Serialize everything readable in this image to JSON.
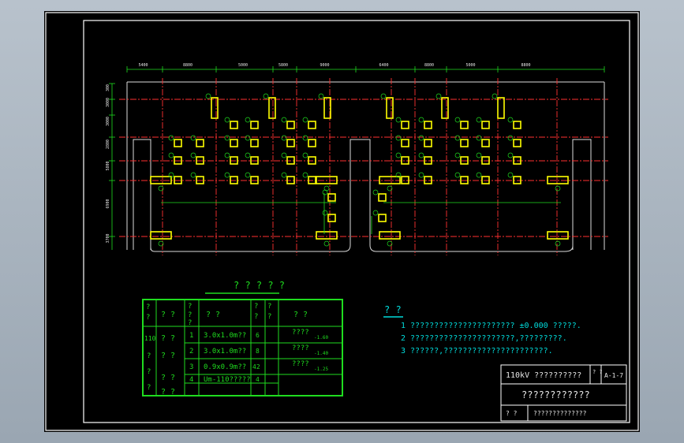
{
  "legend_title": "? ? ? ? ?",
  "table": {
    "header": [
      "?\n?",
      "? ?",
      "?\n?\n?",
      "? ?",
      "?\n?",
      "?\n?",
      "?   ?"
    ],
    "rows": [
      {
        "no": "1",
        "size": "3.0x1.0m??",
        "count": "6",
        "elev_label": "????",
        "elev": "-1.60"
      },
      {
        "no": "2",
        "size": "3.0x1.0m??",
        "count": "8",
        "elev_label": "????",
        "elev": "-1.40"
      },
      {
        "no": "3",
        "size": "0.9x0.9m??",
        "count": "42",
        "elev_label": "????",
        "elev": "-1.25"
      },
      {
        "no": "4",
        "size": "Um-110?????",
        "count": "4",
        "elev_label": "",
        "elev": ""
      }
    ],
    "left_col": [
      "?",
      "110",
      "?",
      "?",
      "?",
      "?"
    ],
    "col2": [
      "? ?",
      "? ?",
      "? ?",
      "? ?",
      "? ?"
    ]
  },
  "notes": {
    "title": "? ?",
    "lines": [
      "1 ??????????????????????   ±0.000  ?????.",
      "2 ??????????????????????,?????????.",
      "3 ??????,??????????????????????."
    ]
  },
  "title_block": {
    "project": "110kV ??????????",
    "drawing_title": "????????????",
    "code": "A-1-7",
    "code_label": "?\n?",
    "footer": "??????????????",
    "footer_left": "? ?"
  },
  "dims_top": [
    "5400",
    "8800",
    "5000",
    "5800",
    "9000",
    "6400",
    "8800",
    "5000",
    "8800"
  ],
  "dims_left": [
    "300",
    "3000",
    "3000",
    "2800",
    "5800",
    "6900",
    "3700"
  ],
  "colors": {
    "line": "#1fdc1f",
    "axis": "#ff3030",
    "beam": "#ffff00",
    "frame": "#ffffff"
  }
}
